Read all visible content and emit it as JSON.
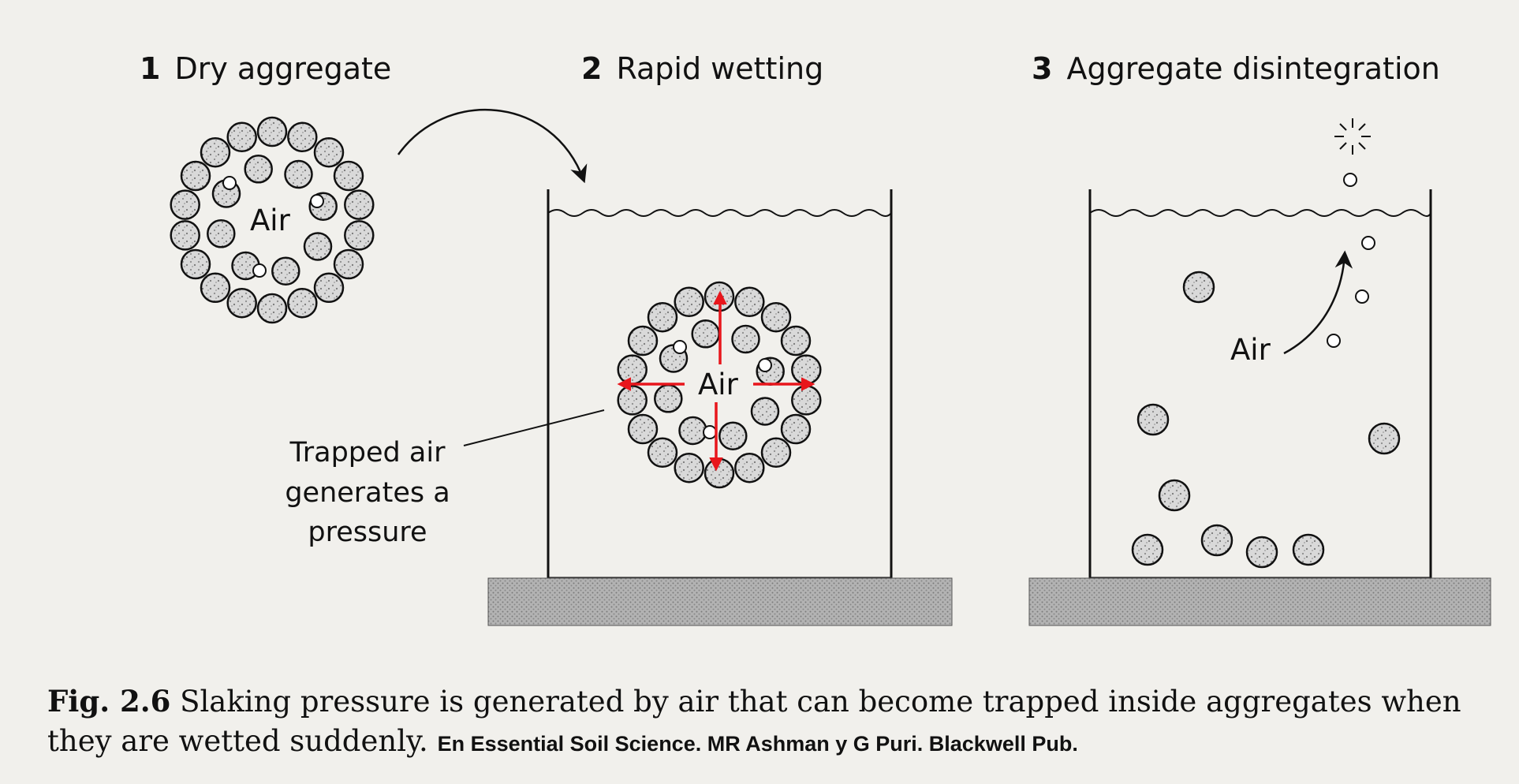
{
  "panels": [
    {
      "number": "1",
      "title": "Dry aggregate"
    },
    {
      "number": "2",
      "title": "Rapid wetting"
    },
    {
      "number": "3",
      "title": "Aggregate disintegration"
    }
  ],
  "labels": {
    "air_dry": "Air",
    "air_wet": "Air",
    "air_escape": "Air",
    "trapped_air": [
      "Trapped air",
      "generates a",
      "pressure"
    ]
  },
  "caption": {
    "fig_label": "Fig. 2.6",
    "text": "Slaking pressure is generated by air that can become trapped inside aggregates when they are wetted suddenly.",
    "credit": "En Essential Soil Science.  MR Ashman y G Puri.  Blackwell Pub."
  },
  "colors": {
    "pressure_arrow": "#e8161c",
    "particle_fill": "#c9c9c9",
    "ground_fill": "#a8a8a8",
    "background": "#f1f0ec"
  }
}
